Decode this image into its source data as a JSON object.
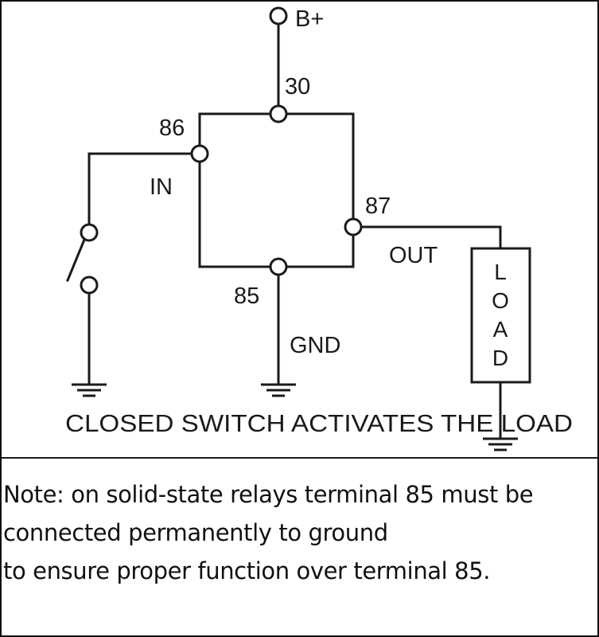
{
  "labels": {
    "battery": "B+",
    "t30": "30",
    "t86": "86",
    "t87": "87",
    "t85": "85",
    "input": "IN",
    "output": "OUT",
    "ground": "GND",
    "load_letters": [
      "L",
      "O",
      "A",
      "D"
    ]
  },
  "caption": "CLOSED SWITCH ACTIVATES THE LOAD",
  "note": {
    "lines": [
      "Note: on solid-state relays terminal 85 must be",
      "connected permanently to ground",
      "to ensure proper function over terminal 85."
    ]
  }
}
